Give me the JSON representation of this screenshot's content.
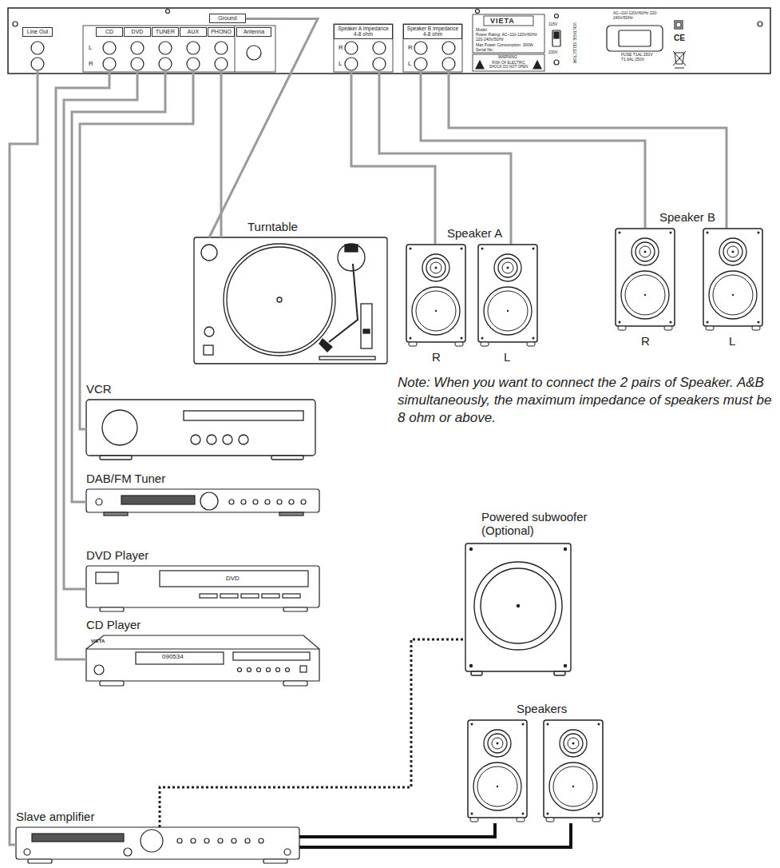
{
  "diagram": {
    "nodes": [
      {
        "text": [
          "Line Out"
        ]
      },
      {
        "text": [
          "CD"
        ]
      },
      {
        "text": [
          "DVD"
        ]
      },
      {
        "text": [
          "TUNER"
        ]
      },
      {
        "text": [
          "AUX"
        ]
      },
      {
        "text": [
          "PHONO"
        ]
      },
      {
        "text": [
          "Ground"
        ]
      },
      {
        "text": [
          "Antenna"
        ]
      },
      {
        "text": [
          "Speaker A Impedance 4-8 ohm"
        ]
      },
      {
        "text": [
          "Speaker B Impedance 4-8 ohm"
        ]
      },
      {
        "text": [
          "Turntable"
        ]
      },
      {
        "text": [
          "Speaker A",
          "R",
          "L"
        ]
      },
      {
        "text": [
          "Speaker B",
          "R",
          "L"
        ]
      },
      {
        "text": [
          "VCR"
        ]
      },
      {
        "text": [
          "DAB/FM Tuner"
        ]
      },
      {
        "text": [
          "DVD Player"
        ]
      },
      {
        "text": [
          "CD Player"
        ]
      },
      {
        "text": [
          "Powered subwoofer (Optional)"
        ]
      },
      {
        "text": [
          "Speakers"
        ]
      },
      {
        "text": [
          "Slave amplifier"
        ]
      }
    ],
    "edges": [
      {
        "from": 0,
        "to": 19,
        "arrow": "none"
      },
      {
        "from": 1,
        "to": 16,
        "arrow": "none"
      },
      {
        "from": 2,
        "to": 15,
        "arrow": "none"
      },
      {
        "from": 3,
        "to": 14,
        "arrow": "none"
      },
      {
        "from": 4,
        "to": 13,
        "arrow": "none"
      },
      {
        "from": 5,
        "to": 10,
        "arrow": "none"
      },
      {
        "from": 6,
        "to": 10,
        "arrow": "none"
      },
      {
        "from": 8,
        "to": 11,
        "arrow": "none"
      },
      {
        "from": 8,
        "to": 11,
        "arrow": "none"
      },
      {
        "from": 9,
        "to": 12,
        "arrow": "none"
      },
      {
        "from": 9,
        "to": 12,
        "arrow": "none"
      },
      {
        "from": 19,
        "to": 17,
        "arrow": "none"
      },
      {
        "from": 19,
        "to": 18,
        "arrow": "none"
      },
      {
        "from": 19,
        "to": 18,
        "arrow": "none"
      }
    ],
    "labels": [
      "L",
      "R",
      "R",
      "L",
      "R",
      "L",
      "VIETA",
      "Model:",
      "Power Rating: AC~110-120V/60Hz 220-240V/50Hz",
      "Max Power Consumption: 300W",
      "Serial No.:",
      "WARNING",
      "RISK OF ELECTRIC SHOCK DO NOT OPEN",
      "115V",
      "230V",
      "VOLTAGE SELECTOR",
      "AC~110-120V/60Hz 220-240V/50Hz",
      "FUSE T1AL 250V T1.6AL 250V",
      "CE",
      "Note: When you want to connect the 2 pairs of Speaker. A&B simultaneously, the maximum impedance of speakers must be 8 ohm or above.",
      "DVD",
      "090534",
      "VIETA"
    ]
  }
}
